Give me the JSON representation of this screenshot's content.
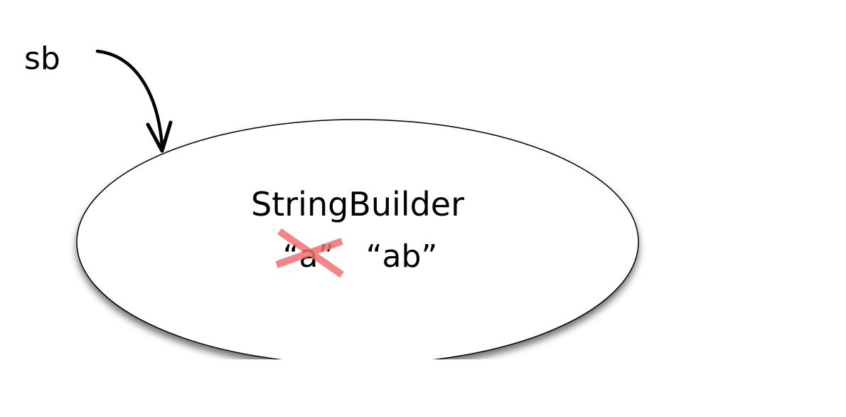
{
  "variable": {
    "name": "sb"
  },
  "object": {
    "type_label": "StringBuilder",
    "old_value": "“a”",
    "new_value": "“ab”"
  },
  "colors": {
    "strike": "#f07070",
    "stroke": "#000000"
  }
}
